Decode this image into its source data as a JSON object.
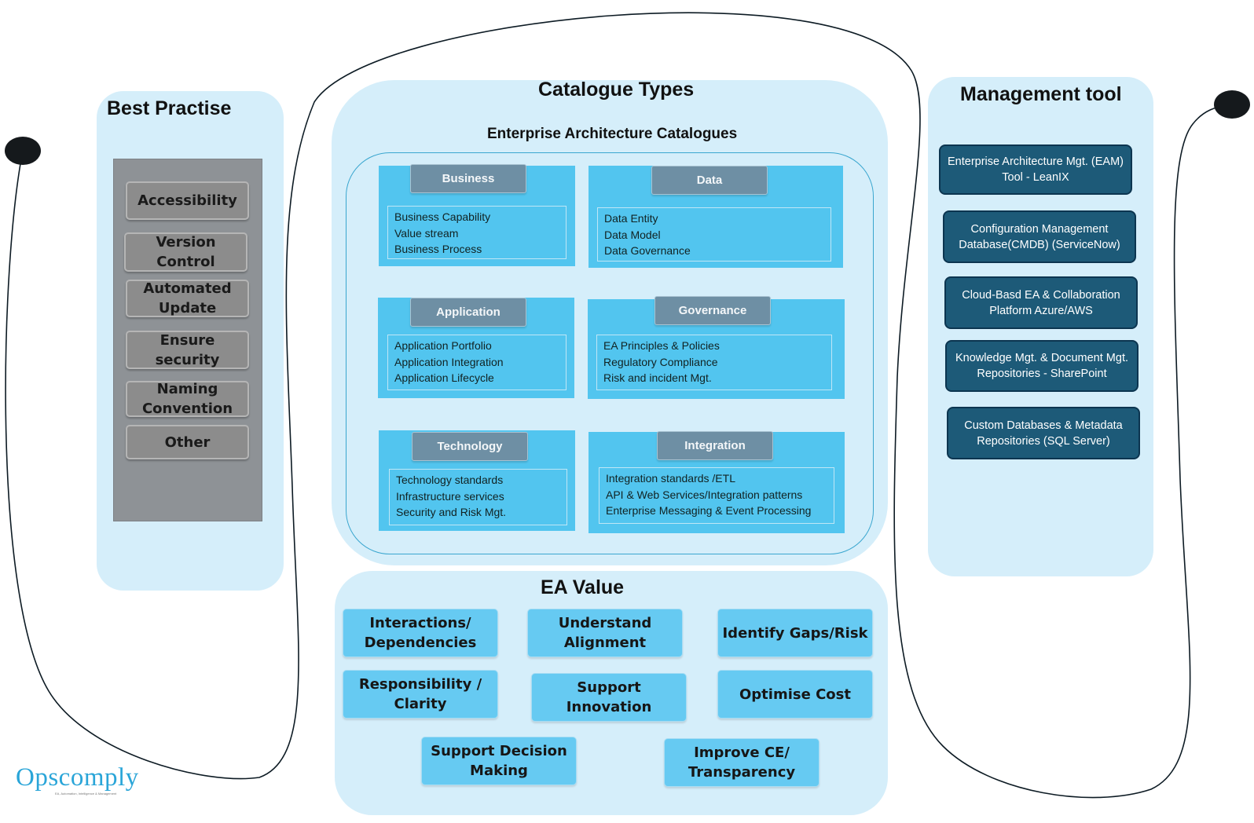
{
  "best_practise": {
    "title": "Best Practise",
    "items": [
      "Accessibility",
      "Version Control",
      "Automated Update",
      "Ensure security",
      "Naming Convention",
      "Other"
    ]
  },
  "catalogue": {
    "title": "Catalogue Types",
    "subtitle": "Enterprise Architecture Catalogues",
    "cards": [
      {
        "name": "Business",
        "items": [
          "Business Capability",
          "Value stream",
          "Business Process"
        ]
      },
      {
        "name": "Data",
        "items": [
          "Data Entity",
          "Data Model",
          "Data Governance"
        ]
      },
      {
        "name": "Application",
        "items": [
          "Application Portfolio",
          "Application Integration",
          "Application Lifecycle"
        ]
      },
      {
        "name": "Governance",
        "items": [
          "EA Principles & Policies",
          "Regulatory Compliance",
          "Risk and incident Mgt."
        ]
      },
      {
        "name": "Technology",
        "items": [
          "Technology standards",
          "Infrastructure services",
          "Security and Risk Mgt."
        ]
      },
      {
        "name": "Integration",
        "items": [
          "Integration standards /ETL",
          "API & Web Services/Integration patterns",
          "Enterprise Messaging & Event Processing"
        ]
      }
    ]
  },
  "management_tool": {
    "title": "Management tool",
    "items": [
      "Enterprise Architecture Mgt. (EAM)  Tool - LeanIX",
      "Configuration Management Database(CMDB) (ServiceNow)",
      "Cloud-Basd EA & Collaboration Platform Azure/AWS",
      "Knowledge Mgt. & Document Mgt. Repositories - SharePoint",
      "Custom Databases & Metadata Repositories (SQL Server)"
    ]
  },
  "ea_value": {
    "title": "EA Value",
    "items": [
      "Interactions/ Dependencies",
      "Understand Alignment",
      "Identify Gaps/Risk",
      "Responsibility / Clarity",
      "Support Innovation",
      "Optimise Cost",
      "Support Decision Making",
      "Improve CE/ Transparency"
    ]
  },
  "logo": {
    "text": "Opscomply",
    "tagline": "EA, Automation, Intelligence & Management"
  },
  "colors": {
    "panel_bg": "#d5eefa",
    "catalogue_card": "#52c5ef",
    "catalogue_tab": "#6e8fa4",
    "management_button": "#1d5a78",
    "value_button": "#66caf2",
    "best_practise_button": "#8c8c8c",
    "logo": "#2aa5d8"
  }
}
